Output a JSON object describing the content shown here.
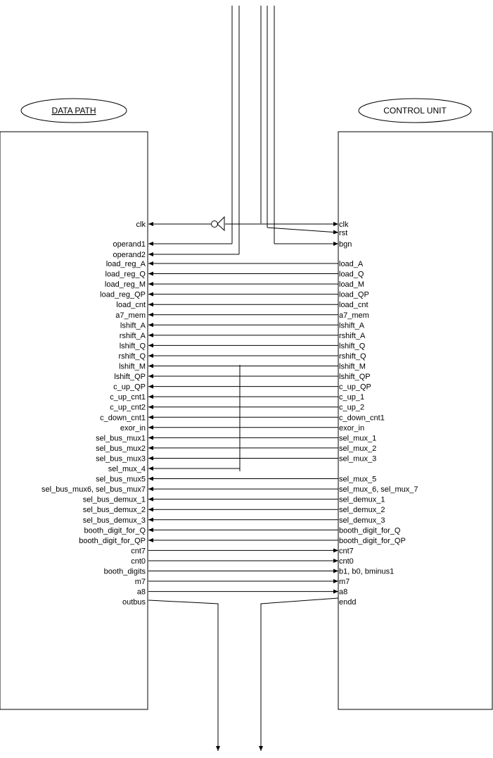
{
  "datapath": {
    "title": "DATA PATH"
  },
  "control": {
    "title": "CONTROL UNIT"
  },
  "top_inputs": [
    "clk",
    "rst",
    "bgn",
    "operand1",
    "operand2"
  ],
  "rows": [
    {
      "dp": "clk",
      "cu": "clk",
      "dir": "clk"
    },
    {
      "dp": "",
      "cu": "rst",
      "dir": "rst"
    },
    {
      "dp": "operand1",
      "cu": "",
      "dir": "ext-in"
    },
    {
      "dp": "",
      "cu": "bgn",
      "dir": "bgn"
    },
    {
      "dp": "operand2",
      "cu": "",
      "dir": "ext-in"
    },
    {
      "dp": "load_reg_A",
      "cu": "load_A",
      "dir": "to-dp"
    },
    {
      "dp": "load_reg_Q",
      "cu": "load_Q",
      "dir": "to-dp"
    },
    {
      "dp": "load_reg_M",
      "cu": "load_M",
      "dir": "to-dp"
    },
    {
      "dp": "load_reg_QP",
      "cu": "load_QP",
      "dir": "to-dp"
    },
    {
      "dp": "load_cnt",
      "cu": "load_cnt",
      "dir": "to-dp"
    },
    {
      "dp": "a7_mem",
      "cu": "a7_mem",
      "dir": "to-dp"
    },
    {
      "dp": "lshift_A",
      "cu": "lshift_A",
      "dir": "to-dp"
    },
    {
      "dp": "rshift_A",
      "cu": "rshift_A",
      "dir": "to-dp"
    },
    {
      "dp": "lshift_Q",
      "cu": "lshift_Q",
      "dir": "to-dp"
    },
    {
      "dp": "rshift_Q",
      "cu": "rshift_Q",
      "dir": "to-dp"
    },
    {
      "dp": "lshift_M",
      "cu": "lshift_M",
      "dir": "to-dp"
    },
    {
      "dp": "lshift_QP",
      "cu": "lshift_QP",
      "dir": "to-dp"
    },
    {
      "dp": "c_up_QP",
      "cu": "c_up_QP",
      "dir": "to-dp"
    },
    {
      "dp": "c_up_cnt1",
      "cu": "c_up_1",
      "dir": "to-dp"
    },
    {
      "dp": "c_up_cnt2",
      "cu": "c_up_2",
      "dir": "to-dp"
    },
    {
      "dp": "c_down_cnt1",
      "cu": "c_down_cnt1",
      "dir": "to-dp"
    },
    {
      "dp": "exor_in",
      "cu": "exor_in",
      "dir": "to-dp"
    },
    {
      "dp": "sel_bus_mux1",
      "cu": "sel_mux_1",
      "dir": "to-dp"
    },
    {
      "dp": "sel_bus_mux2",
      "cu": "sel_mux_2",
      "dir": "to-dp"
    },
    {
      "dp": "sel_bus_mux3",
      "cu": "sel_mux_3",
      "dir": "to-dp"
    },
    {
      "dp": "sel_mux_4",
      "cu": "",
      "dir": "branch"
    },
    {
      "dp": "sel_bus_mux5",
      "cu": "sel_mux_5",
      "dir": "to-dp"
    },
    {
      "dp": "sel_bus_mux6, sel_bus_mux7",
      "cu": "sel_mux_6, sel_mux_7",
      "dir": "to-dp"
    },
    {
      "dp": "sel_bus_demux_1",
      "cu": "sel_demux_1",
      "dir": "to-dp"
    },
    {
      "dp": "sel_bus_demux_2",
      "cu": "sel_demux_2",
      "dir": "to-dp"
    },
    {
      "dp": "sel_bus_demux_3",
      "cu": "sel_demux_3",
      "dir": "to-dp"
    },
    {
      "dp": "booth_digit_for_Q",
      "cu": "booth_digit_for_Q",
      "dir": "to-dp"
    },
    {
      "dp": "booth_digit_for_QP",
      "cu": "booth_digit_for_QP",
      "dir": "to-dp"
    },
    {
      "dp": "cnt7",
      "cu": "cnt7",
      "dir": "to-cu"
    },
    {
      "dp": "cnt0",
      "cu": "cnt0",
      "dir": "to-cu"
    },
    {
      "dp": "booth_digits",
      "cu": "b1, b0, bminus1",
      "dir": "to-cu"
    },
    {
      "dp": "m7",
      "cu": "m7",
      "dir": "to-cu"
    },
    {
      "dp": "a8",
      "cu": "a8",
      "dir": "to-cu"
    },
    {
      "dp": "outbus",
      "cu": "endd",
      "dir": "out"
    }
  ]
}
